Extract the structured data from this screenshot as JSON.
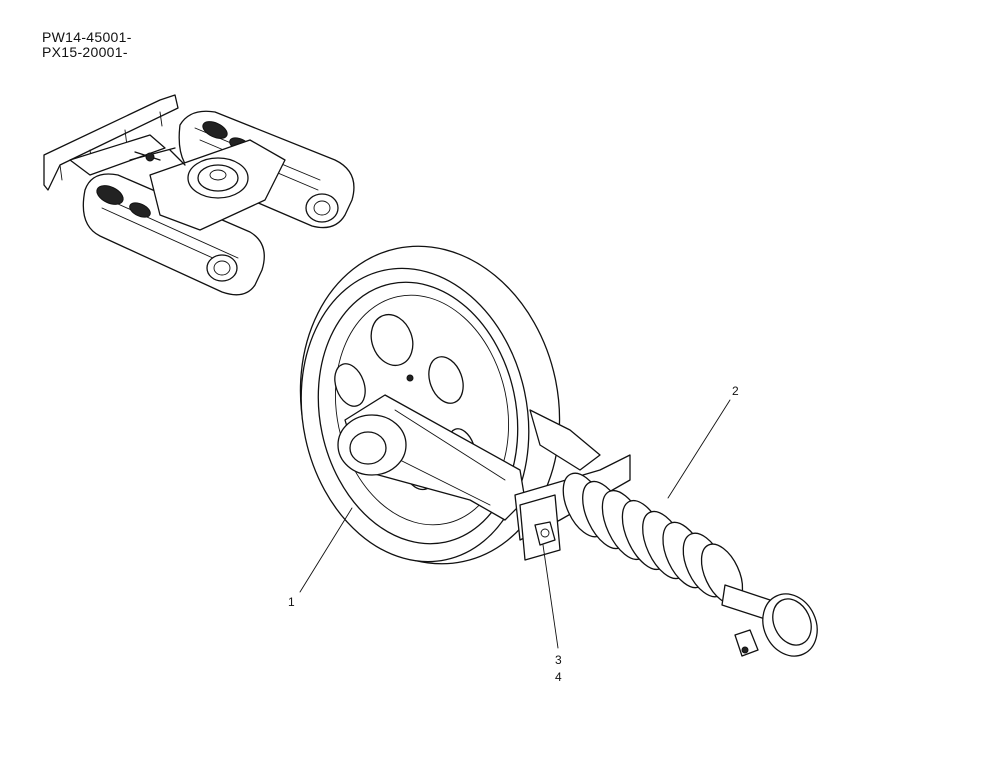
{
  "serials": [
    "PW14-45001-",
    "PX15-20001-"
  ],
  "callouts": [
    {
      "id": "1",
      "label": "1"
    },
    {
      "id": "2",
      "label": "2"
    },
    {
      "id": "3",
      "label": "3"
    },
    {
      "id": "4",
      "label": "4"
    }
  ]
}
